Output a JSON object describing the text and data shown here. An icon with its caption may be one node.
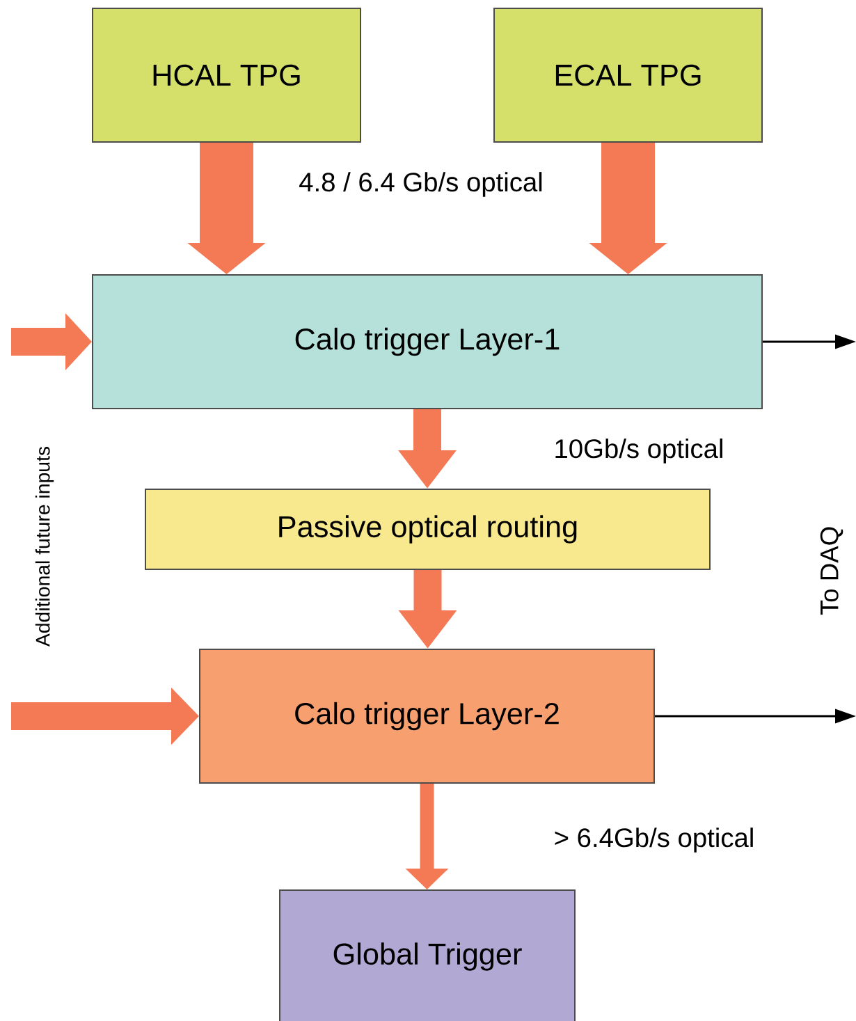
{
  "diagram": {
    "nodes": [
      {
        "text": [
          "HCAL TPG"
        ]
      },
      {
        "text": [
          "ECAL TPG"
        ]
      },
      {
        "text": [
          "Calo trigger Layer-1"
        ]
      },
      {
        "text": [
          "Passive optical routing"
        ]
      },
      {
        "text": [
          "Calo trigger Layer-2"
        ]
      },
      {
        "text": [
          "Global Trigger"
        ]
      }
    ],
    "edges": [
      {
        "from": 0,
        "to": 2,
        "arrow": "to",
        "label": "4.8 / 6.4 Gb/s optical",
        "style": "thick"
      },
      {
        "from": 1,
        "to": 2,
        "arrow": "to",
        "style": "thick"
      },
      {
        "from": 2,
        "to": 3,
        "arrow": "to",
        "label": "10Gb/s optical"
      },
      {
        "from": 3,
        "to": 4,
        "arrow": "to"
      },
      {
        "from": 4,
        "to": 5,
        "arrow": "to",
        "label": "> 6.4Gb/s optical"
      },
      {
        "from": null,
        "to": 2,
        "arrow": "to"
      },
      {
        "from": null,
        "to": 4,
        "arrow": "to"
      },
      {
        "from": 2,
        "to": null,
        "arrow": "to",
        "color": "#000000"
      },
      {
        "from": 4,
        "to": null,
        "arrow": "to",
        "color": "#000000"
      }
    ],
    "labels": [
      "Additional future inputs",
      "To DAQ"
    ]
  }
}
